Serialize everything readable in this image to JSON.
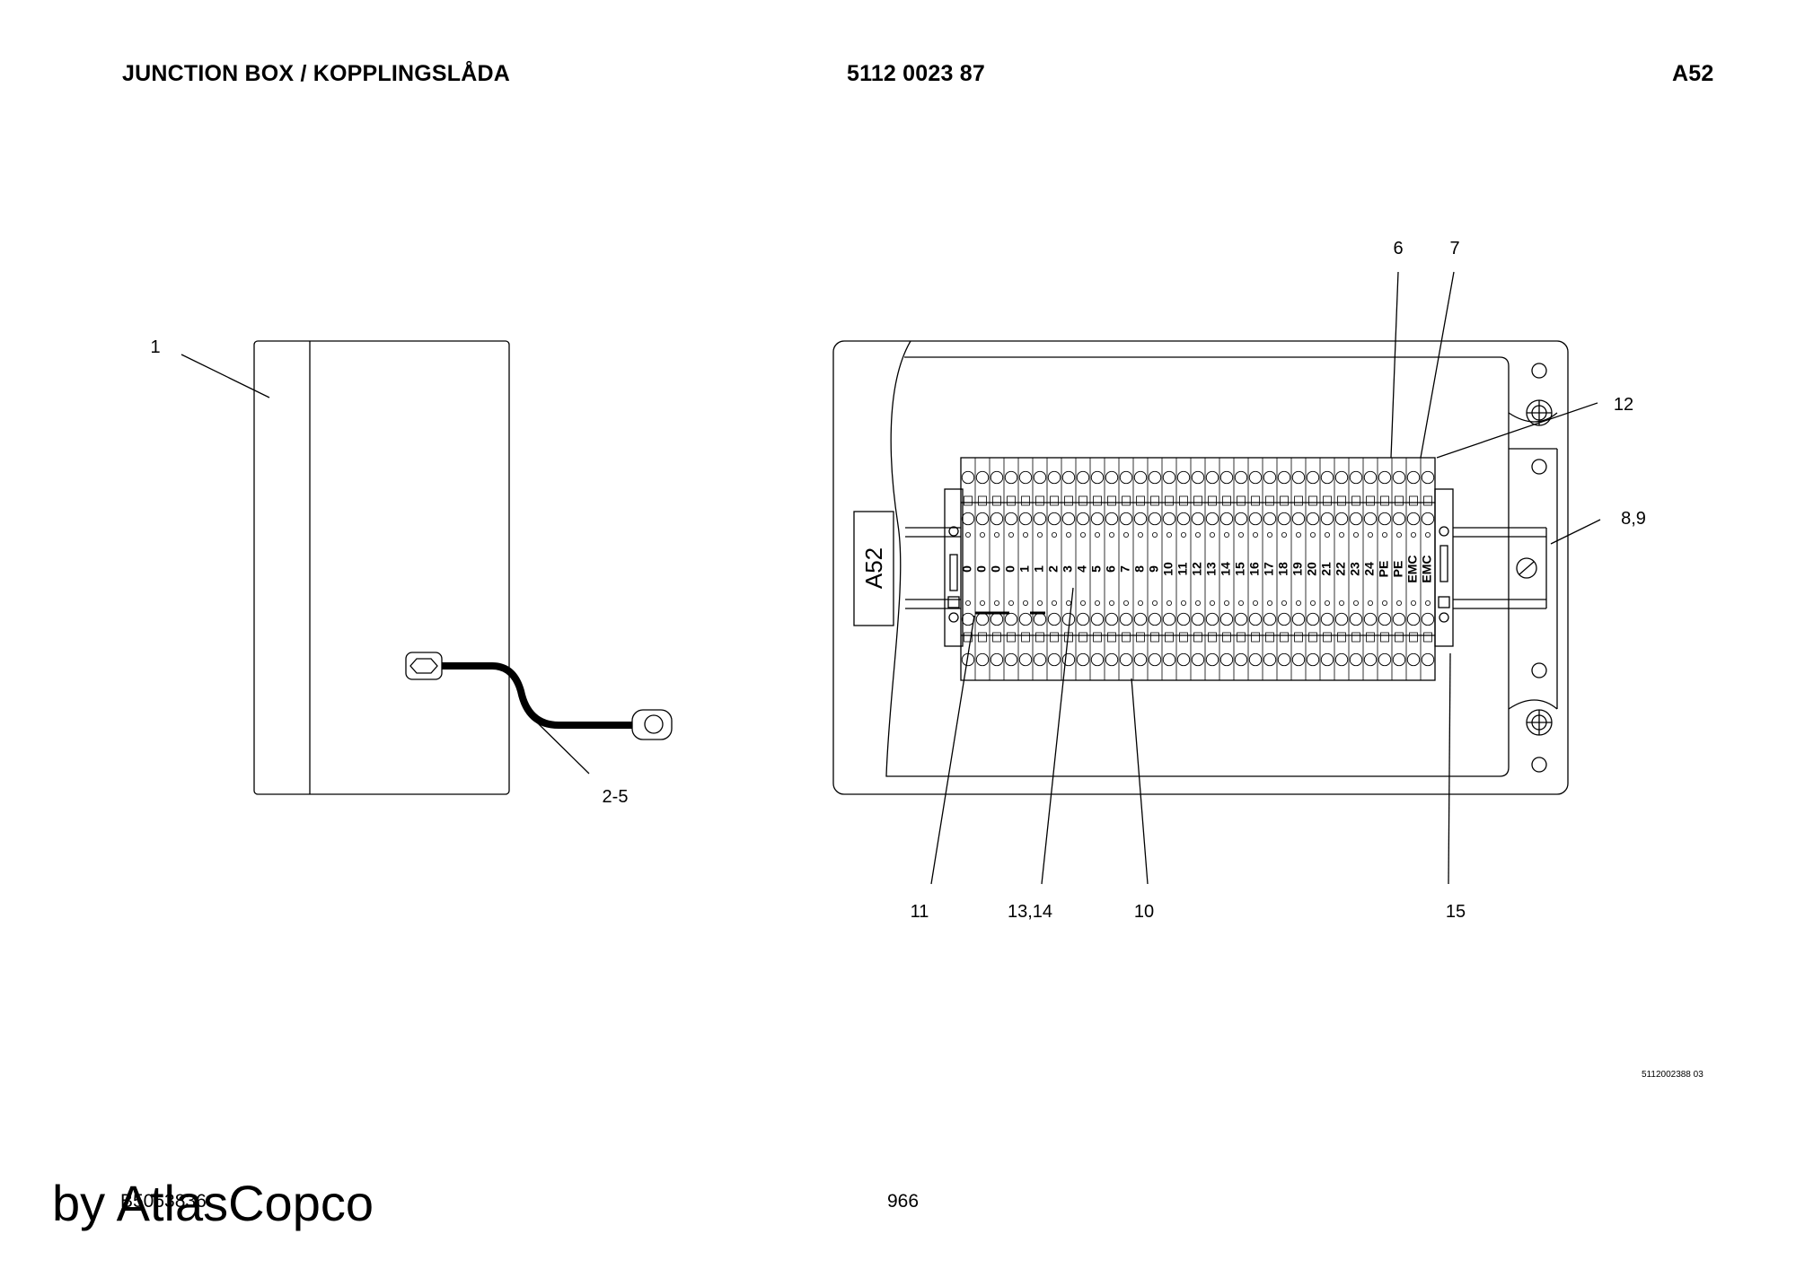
{
  "header": {
    "title": "JUNCTION BOX / KOPPLINGSLÅDA",
    "part_number": "5112 0023 87",
    "ref": "A52"
  },
  "diagram": {
    "box_label": "A52",
    "callouts": {
      "c1": "1",
      "c2_5": "2-5",
      "c6": "6",
      "c7": "7",
      "c12": "12",
      "c8_9": "8,9",
      "c11": "11",
      "c13_14": "13,14",
      "c10": "10",
      "c15": "15"
    },
    "terminal_labels": [
      "0",
      "0",
      "0",
      "0",
      "1",
      "1",
      "2",
      "3",
      "4",
      "5",
      "6",
      "7",
      "8",
      "9",
      "10",
      "11",
      "12",
      "13",
      "14",
      "15",
      "16",
      "17",
      "18",
      "19",
      "20",
      "21",
      "22",
      "23",
      "24",
      "PE",
      "PE",
      "EMC",
      "EMC"
    ],
    "drawing_number": "5112002388 03"
  },
  "footer": {
    "doc_code": "B5063836",
    "page_number": "966",
    "watermark": "by AtlasCopco"
  }
}
